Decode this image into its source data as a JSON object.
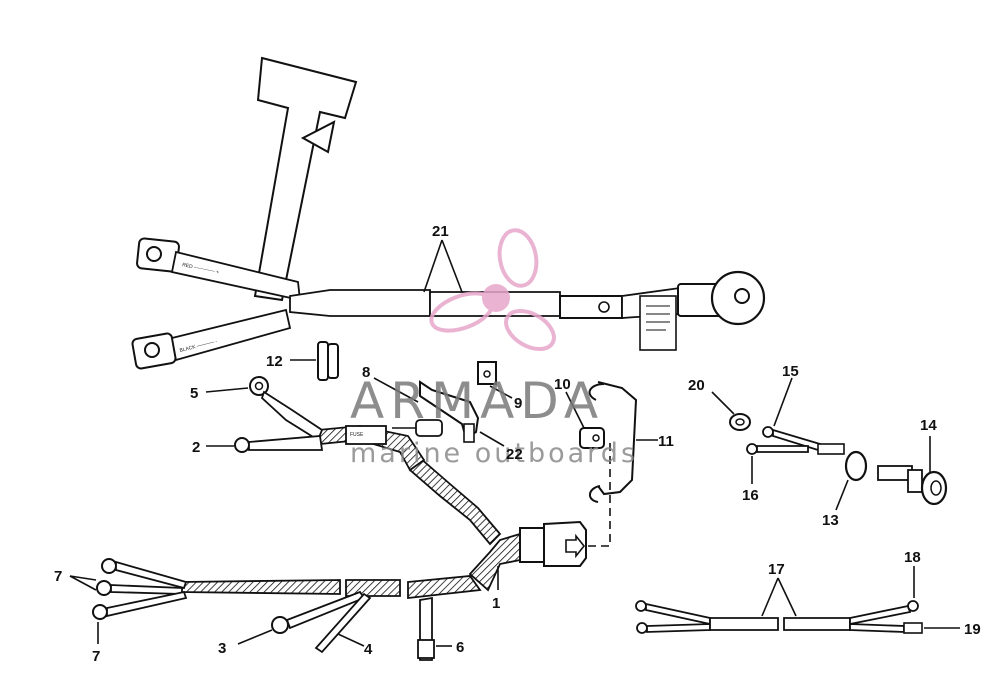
{
  "watermark": {
    "brand": "ARMADA",
    "tagline": "marine outboards",
    "propeller_icon": "propeller-logo",
    "brand_color": "#7a7a7a",
    "propeller_color": "#e7a6cb"
  },
  "callouts": {
    "c1": "1",
    "c2": "2",
    "c3": "3",
    "c4": "4",
    "c5": "5",
    "c6": "6",
    "c7a": "7",
    "c7b": "7",
    "c8": "8",
    "c9": "9",
    "c10": "10",
    "c11": "11",
    "c12": "12",
    "c13": "13",
    "c14": "14",
    "c15": "15",
    "c16": "16",
    "c17": "17",
    "c18": "18",
    "c19": "19",
    "c20": "20",
    "c21": "21",
    "c22": "22"
  },
  "fuse_label": "FUSE"
}
